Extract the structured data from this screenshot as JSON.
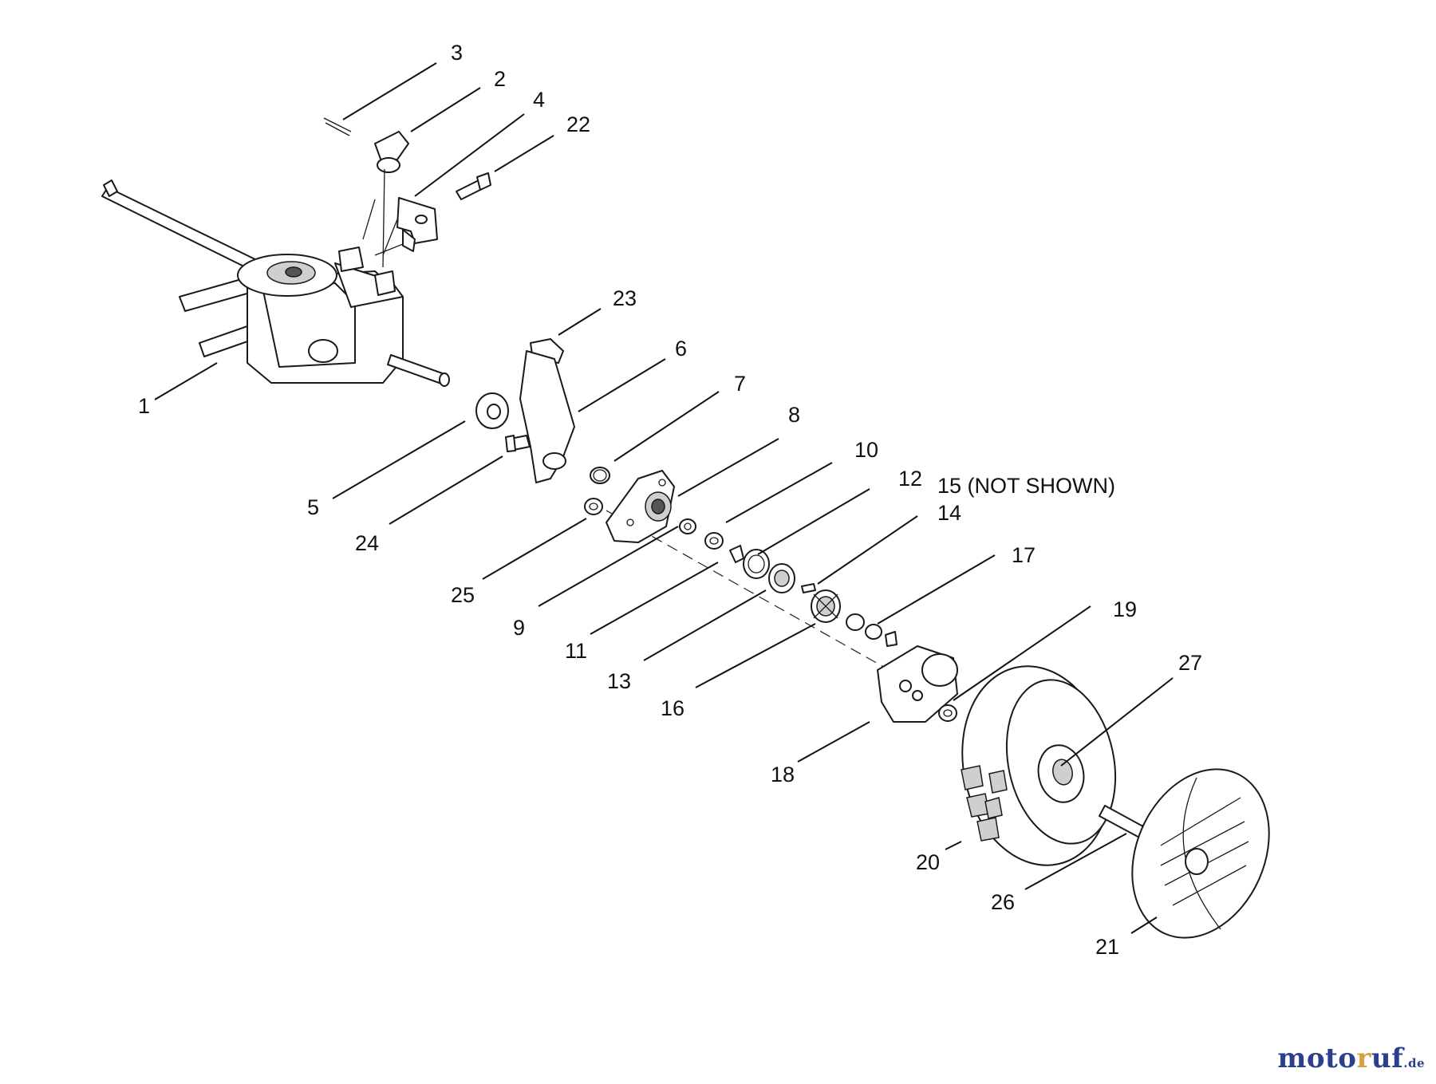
{
  "labels": {
    "p1": "1",
    "p2": "2",
    "p3": "3",
    "p4": "4",
    "p5": "5",
    "p6": "6",
    "p7": "7",
    "p8": "8",
    "p9": "9",
    "p10": "10",
    "p11": "11",
    "p12": "12",
    "p13": "13",
    "p14": "14",
    "p15": "15 (NOT SHOWN)",
    "p16": "16",
    "p17": "17",
    "p18": "18",
    "p19": "19",
    "p20": "20",
    "p21": "21",
    "p22": "22",
    "p23": "23",
    "p24": "24",
    "p25": "25",
    "p26": "26",
    "p27": "27"
  },
  "watermark": {
    "main": "moto",
    "accent": "r",
    "end": "uf",
    "tld": ".de"
  }
}
